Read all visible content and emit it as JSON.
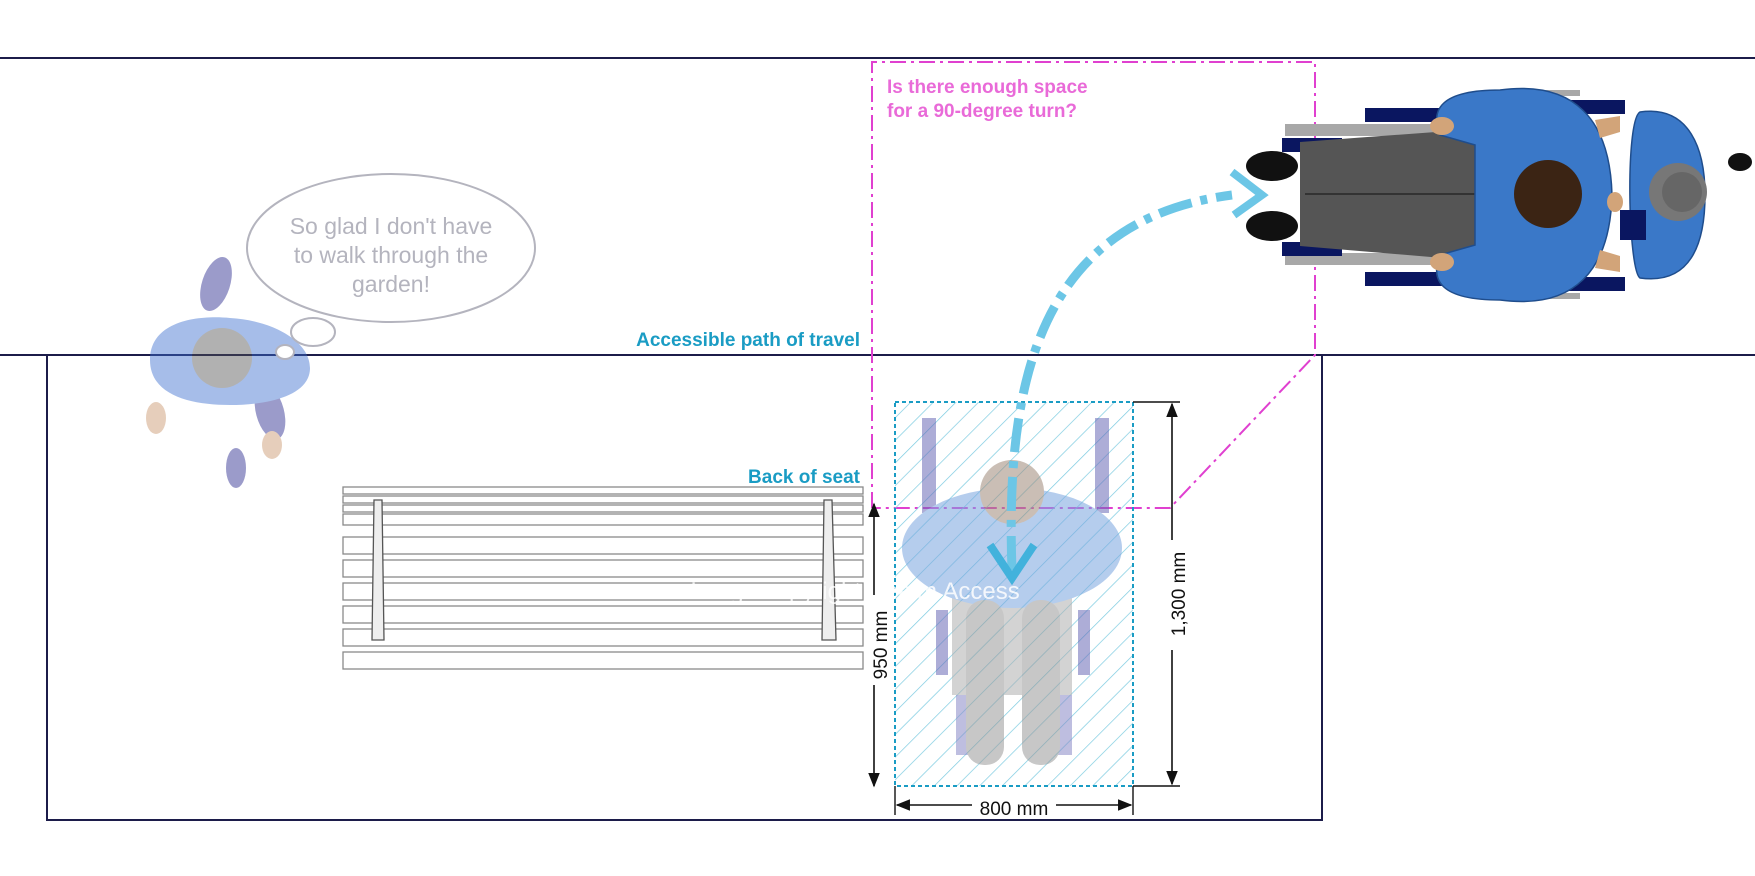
{
  "labels": {
    "turn_question_line1": "Is there enough space",
    "turn_question_line2": "for a 90-degree turn?",
    "accessible_path": "Accessible path of travel",
    "back_of_seat": "Back of seat",
    "watermark": "Image copyright Realm Access"
  },
  "thought_bubble": {
    "line1": "So glad I don't have",
    "line2": "to walk through the",
    "line3": "garden!"
  },
  "dimensions": {
    "seat_depth": "950 mm",
    "space_length": "1,300 mm",
    "space_width": "800 mm"
  },
  "colors": {
    "path_line": "#1c1c4a",
    "accent_blue": "#1a9cc4",
    "accent_pink": "#e040d0",
    "arrow_blue": "#6cc6e6",
    "hatch": "#7ccbe0",
    "shirt_blue": "#3a78c8",
    "pants_grey": "#555555",
    "wheel_navy": "#0a1660"
  },
  "icons": {
    "arrow": "dash-dot-curved-arrow",
    "bench": "park-bench-top-view",
    "wheelchair": "wheelchair-user-top-view"
  }
}
